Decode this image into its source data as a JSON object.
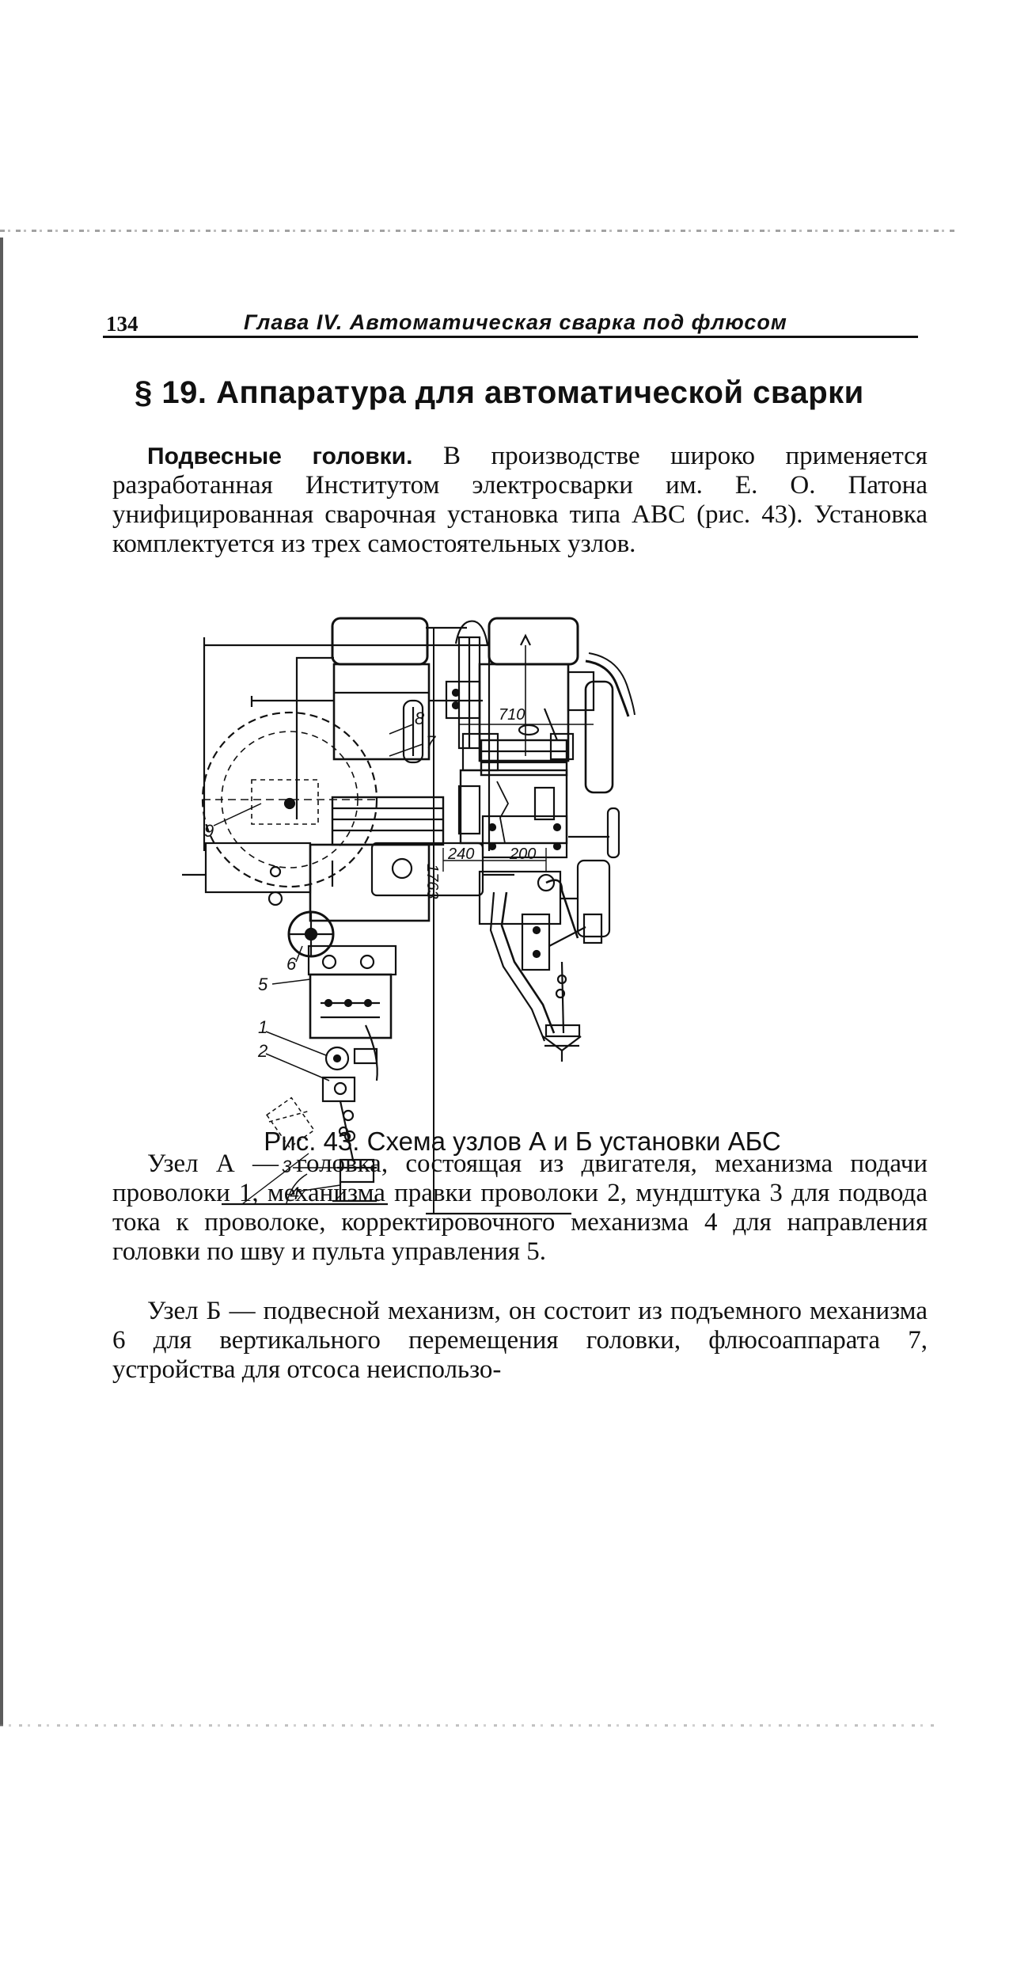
{
  "header": {
    "page_number": "134",
    "chapter": "Глава IV. Автоматическая сварка под флюсом"
  },
  "section": {
    "title": "§ 19. Аппаратура для автоматической сварки"
  },
  "paragraphs": {
    "p1_lead": "Подвесные головки.",
    "p1_text": " В производстве широко применяется разработанная Институтом электросварки им. Е. О. Патона унифицированная сварочная установка типа АВС (рис. 43). Установка комплектуется из трех самостоятельных узлов.",
    "p2_text": "Узел А — головка, состоящая из двигателя, механизма подачи проволоки 1, механизма правки проволоки 2, мундштука 3 для подвода тока к проволоке, корректировочного механизма 4 для направления головки по шву и пульта управления 5.",
    "p3_text": "Узел Б — подвесной механизм, он состоит из подъемного механизма 6 для вертикального перемещения головки, флюсоаппарата 7, устройства для отсоса неиспользо-"
  },
  "figure": {
    "caption": "Рис. 43. Схема узлов А и Б установки АБС",
    "labels": {
      "n1": "1",
      "n2": "2",
      "n3": "3",
      "n4": "4",
      "n5": "5",
      "n6": "6",
      "n7": "7",
      "n8": "8",
      "n9": "9"
    },
    "dimensions": {
      "d710": "710",
      "d1763": "1763",
      "d240": "240",
      "d200": "200"
    }
  }
}
